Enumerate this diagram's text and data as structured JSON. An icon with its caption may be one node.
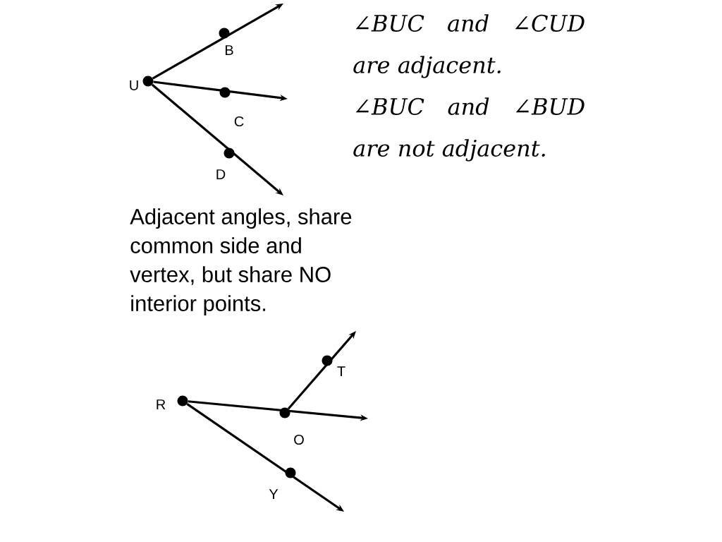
{
  "diagram": {
    "nodes": [
      {
        "text": [],
        "shape": "circle",
        "beside": [
          "U"
        ]
      },
      {
        "text": [],
        "shape": "circle",
        "beside": [
          "B"
        ]
      },
      {
        "text": [],
        "shape": "circle",
        "beside": [
          "C"
        ]
      },
      {
        "text": [],
        "shape": "circle",
        "beside": [
          "D"
        ]
      },
      {
        "text": [],
        "shape": "circle",
        "beside": [
          "R"
        ]
      },
      {
        "text": [],
        "shape": "circle",
        "beside": [
          "O"
        ]
      },
      {
        "text": [],
        "shape": "circle",
        "beside": [
          "T"
        ]
      },
      {
        "text": [],
        "shape": "circle",
        "beside": [
          "Y"
        ]
      }
    ],
    "edges": [
      {
        "from": 0,
        "to": null,
        "arrow": "to"
      },
      {
        "from": 0,
        "to": null,
        "arrow": "to"
      },
      {
        "from": 0,
        "to": null,
        "arrow": "to"
      },
      {
        "from": 4,
        "to": null,
        "arrow": "to"
      },
      {
        "from": 5,
        "to": null,
        "arrow": "to"
      },
      {
        "from": 4,
        "to": null,
        "arrow": "to"
      }
    ],
    "labels": [
      "∠BUC and ∠CUD are adjacent.",
      "∠BUC and ∠BUD are not adjacent.",
      "Adjacent angles, share common side and vertex, but share NO interior points."
    ]
  }
}
